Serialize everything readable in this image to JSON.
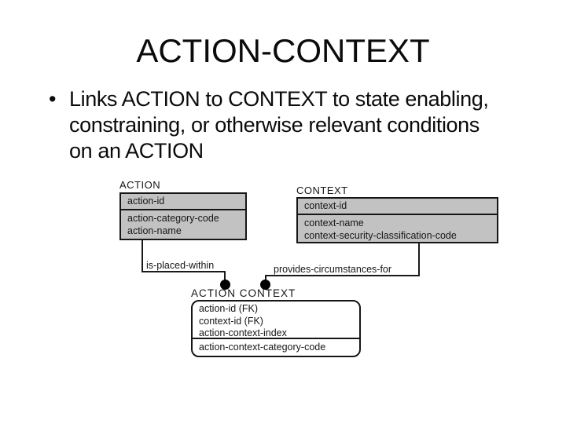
{
  "slide": {
    "title": "ACTION-CONTEXT",
    "bullet": {
      "marker": "•",
      "lines": [
        "Links ACTION to CONTEXT to state enabling,",
        "constraining, or otherwise relevant conditions",
        "on an ACTION"
      ]
    }
  },
  "diagram": {
    "entities": {
      "action": {
        "label": "ACTION",
        "key_attrs": [
          "action-id"
        ],
        "attrs": [
          "action-category-code",
          "action-name"
        ]
      },
      "context": {
        "label": "CONTEXT",
        "key_attrs": [
          "context-id"
        ],
        "attrs": [
          "context-name",
          "context-security-classification-code"
        ]
      },
      "action_context": {
        "label": "ACTION CONTEXT",
        "key_attrs": [
          "action-id (FK)",
          "context-id (FK)",
          "action-context-index"
        ],
        "attrs": [
          "action-context-category-code"
        ]
      }
    },
    "relationships": [
      {
        "label": "is-placed-within"
      },
      {
        "label": "provides-circumstances-for"
      }
    ],
    "colors": {
      "entity_fill": "#c2c2c2",
      "associative_fill": "#ffffff",
      "border": "#161616"
    }
  }
}
